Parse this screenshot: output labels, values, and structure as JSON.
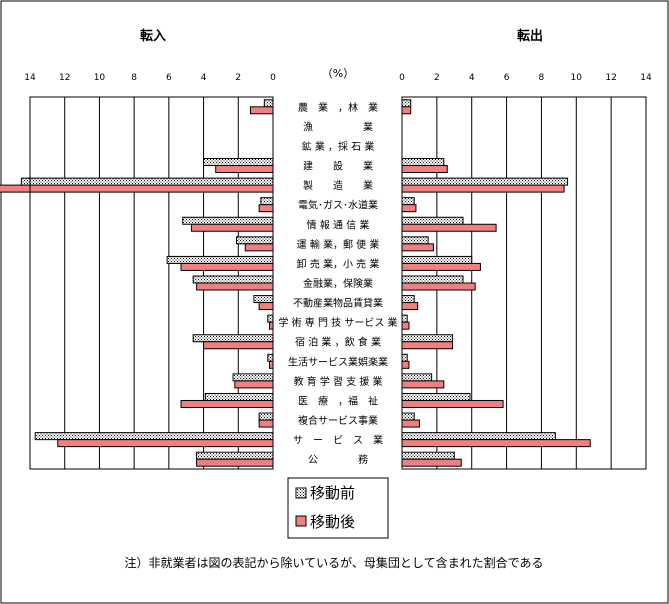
{
  "chart_data": {
    "type": "bar",
    "orientation": "horizontal",
    "panels": [
      {
        "title": "転入",
        "direction": "right-to-left",
        "xlim": [
          0,
          14
        ],
        "ticks": [
          14,
          12,
          10,
          8,
          6,
          4,
          2,
          0
        ]
      },
      {
        "title": "転出",
        "direction": "left-to-right",
        "xlim": [
          0,
          14
        ],
        "ticks": [
          0,
          2,
          4,
          6,
          8,
          10,
          12,
          14
        ]
      }
    ],
    "unit_label": "（%）",
    "grid": true,
    "legend": "bottom-center",
    "categories": [
      "農　業　，林　業",
      "漁　　　　　業",
      "鉱 業 ，採 石 業",
      "建　　設　　業",
      "製　　造　　業",
      "電気･ガス･水道業",
      "情 報 通 信 業",
      "運 輸 業，郵 便 業",
      "卸 売 業，小 売 業",
      "金融業，保険業",
      "不動産業物品賃貸業",
      "学 術 専 門 技 サービス 業",
      "宿 泊 業 ，飲 食 業",
      "生活サービス業娯楽業",
      "教 育 学 習 支 援 業",
      "医　療　，福　祉",
      "複合サービス事業",
      "サ　ー　ビ　ス　業",
      "公　　　　務"
    ],
    "series": [
      {
        "name": "移動前",
        "color": "#ffffff",
        "pattern": "dotted",
        "in_values": [
          0.5,
          0,
          0,
          4.0,
          14.5,
          0.7,
          5.2,
          2.1,
          6.1,
          4.6,
          1.1,
          0.3,
          4.6,
          0.3,
          2.3,
          3.9,
          0.8,
          13.7,
          4.4
        ],
        "out_values": [
          0.5,
          0,
          0,
          2.4,
          9.5,
          0.7,
          3.5,
          1.5,
          4.0,
          3.5,
          0.7,
          0.3,
          2.9,
          0.3,
          1.7,
          3.9,
          0.7,
          8.8,
          3.0
        ]
      },
      {
        "name": "移動後",
        "color": "#f08080",
        "pattern": "solid",
        "in_values": [
          1.3,
          0,
          0,
          3.3,
          16.0,
          0.8,
          4.7,
          1.6,
          5.3,
          4.4,
          0.8,
          0.2,
          4.0,
          0.2,
          2.2,
          5.3,
          0.8,
          12.4,
          4.4
        ],
        "out_values": [
          0.5,
          0,
          0,
          2.6,
          9.3,
          0.8,
          5.4,
          1.8,
          4.5,
          4.2,
          0.9,
          0.4,
          2.9,
          0.4,
          2.4,
          5.8,
          1.0,
          10.8,
          3.4
        ]
      }
    ],
    "note": "注）非就業者は図の表記から除いているが、母集団として含まれた割合である"
  }
}
